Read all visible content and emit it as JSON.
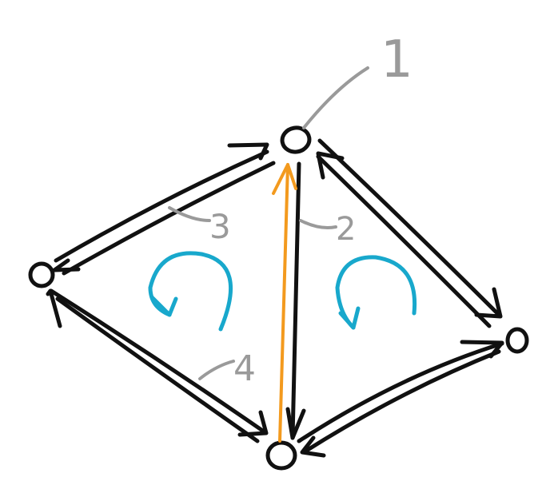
{
  "labels": {
    "top_vertex": "1",
    "right_edge": "2",
    "upper_left_edge": "3",
    "lower_left_edge": "4"
  },
  "colors": {
    "edge": "#111111",
    "annotation": "#9a9a9a",
    "highlight_edge": "#f39a1e",
    "rotation_arrow": "#18a8cc"
  }
}
